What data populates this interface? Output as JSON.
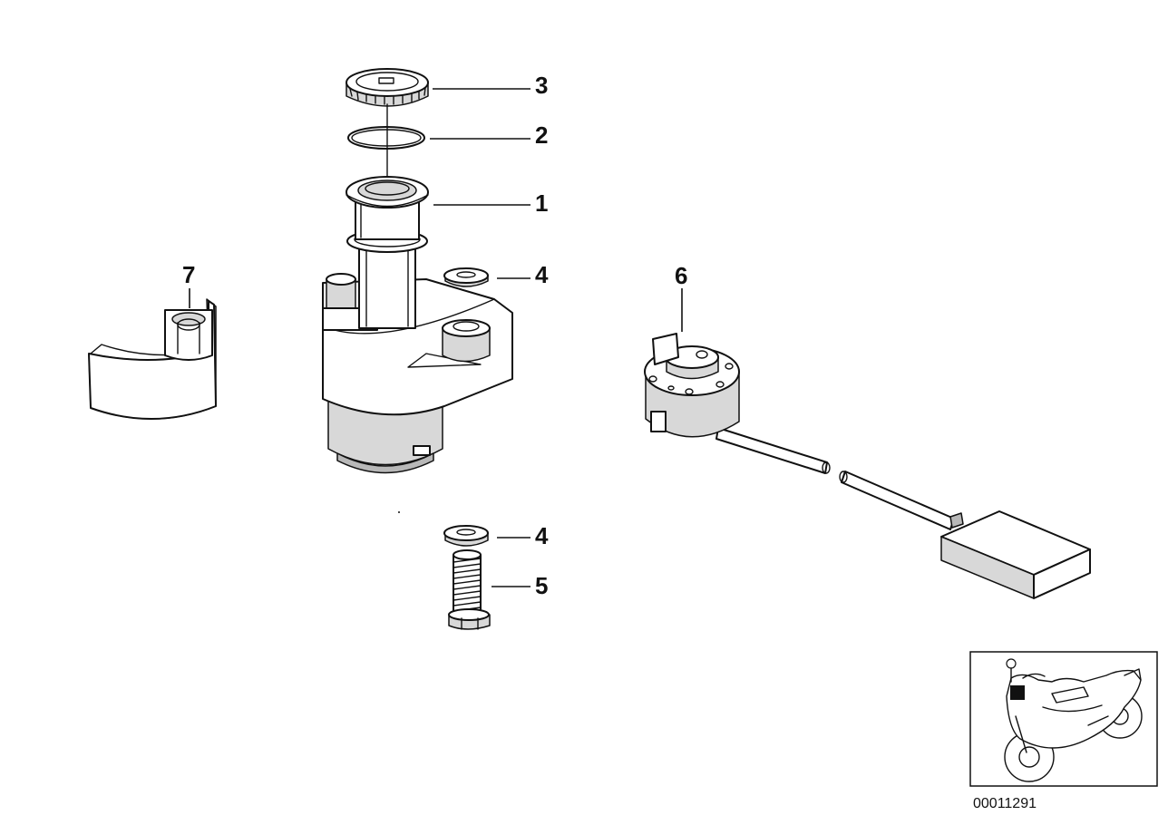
{
  "diagram": {
    "reference_number": "00011291",
    "callouts": {
      "c3": "3",
      "c2": "2",
      "c1": "1",
      "c4a": "4",
      "c7": "7",
      "c6": "6",
      "c4b": "4",
      "c5": "5"
    },
    "colors": {
      "line": "#111111",
      "shade": "#d8d8d8",
      "dark_shade": "#b8b8b8",
      "background": "#ffffff"
    },
    "icons": {
      "location_thumbnail": "motorcycle-icon"
    }
  }
}
